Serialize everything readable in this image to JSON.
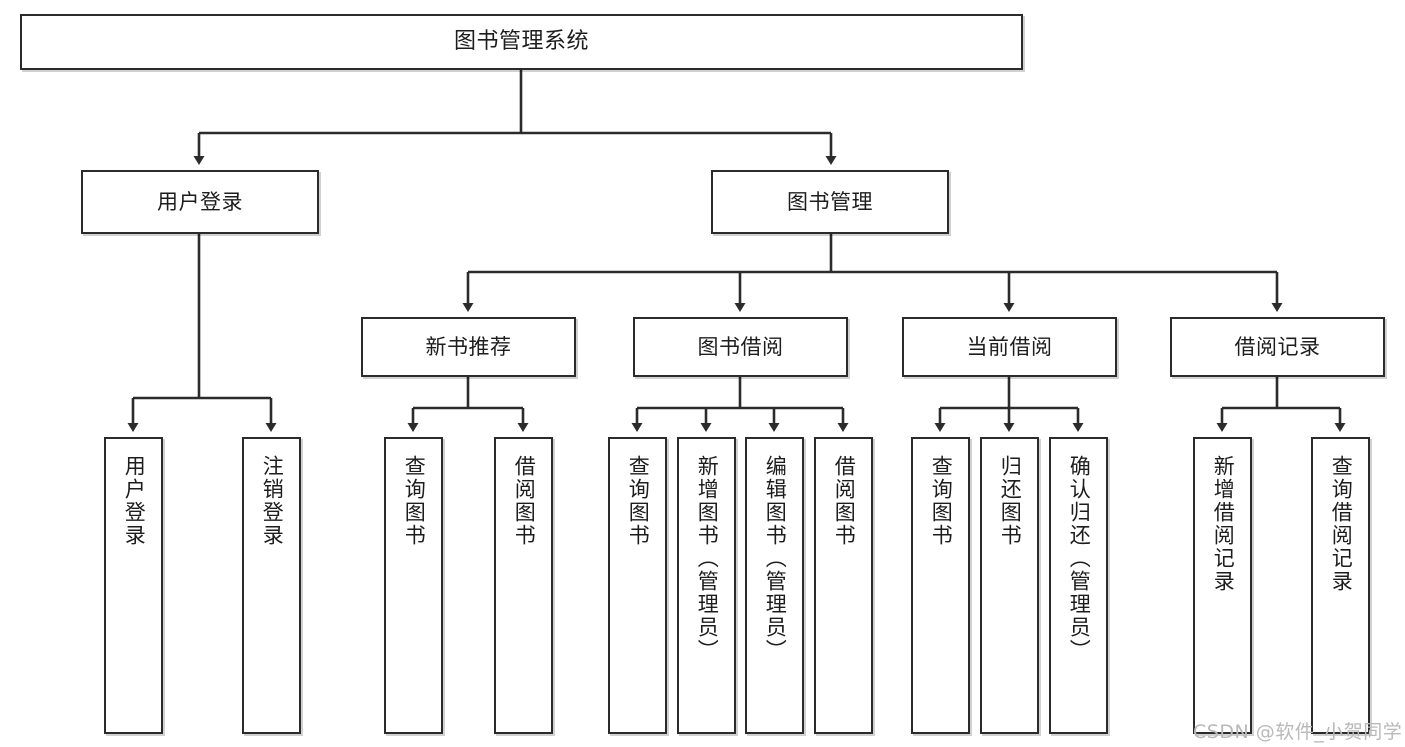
{
  "diagram": {
    "title": "图书管理系统",
    "type": "tree",
    "orientation": "top-down",
    "style": {
      "node_fill": "#ffffff",
      "node_border": "#2b2b2b",
      "connector": "#2b2b2b",
      "text": "#1d1d1d",
      "background": "#ffffff",
      "watermark": "#b9b9b9"
    },
    "levels": {
      "root": {
        "label": "图书管理系统"
      },
      "level2": [
        {
          "label": "用户登录"
        },
        {
          "label": "图书管理"
        }
      ],
      "level3": [
        {
          "label": "新书推荐"
        },
        {
          "label": "图书借阅"
        },
        {
          "label": "当前借阅"
        },
        {
          "label": "借阅记录"
        }
      ],
      "leaves": {
        "user_login": [
          {
            "label": "用户登录"
          },
          {
            "label": "注销登录"
          }
        ],
        "new_book_recommend": [
          {
            "label": "查询图书"
          },
          {
            "label": "借阅图书"
          }
        ],
        "book_borrow": [
          {
            "label": "查询图书"
          },
          {
            "label": "新增图书（管理员）"
          },
          {
            "label": "编辑图书（管理员）"
          },
          {
            "label": "借阅图书"
          }
        ],
        "current_borrow": [
          {
            "label": "查询图书"
          },
          {
            "label": "归还图书"
          },
          {
            "label": "确认归还（管理员）"
          }
        ],
        "borrow_record": [
          {
            "label": "新增借阅记录"
          },
          {
            "label": "查询借阅记录"
          }
        ]
      }
    }
  },
  "watermark": {
    "text": "CSDN @软件_小贺同学"
  }
}
